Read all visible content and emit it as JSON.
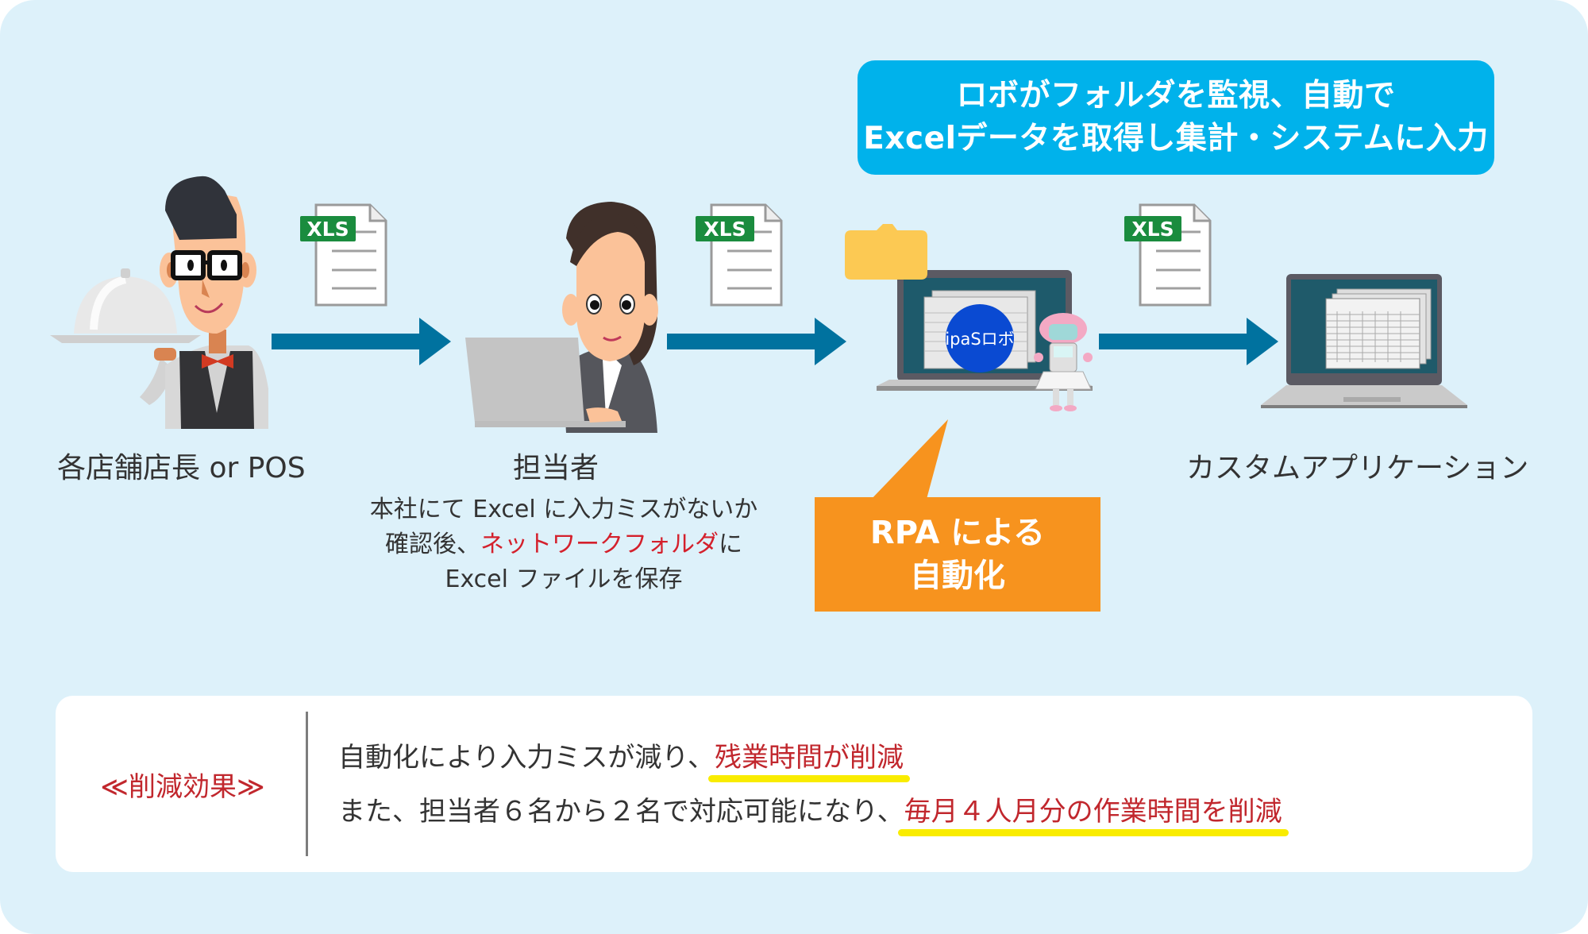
{
  "colors": {
    "background": "#ddf1fa",
    "callout_blue": "#00b2eb",
    "arrow": "#00729f",
    "callout_orange": "#f7931e",
    "emphasis_red": "#c1272d",
    "highlight_yellow": "#f9ec00",
    "xls_green": "#1a8c3e"
  },
  "top_callout": {
    "line1": "ロボがフォルダを監視、自動で",
    "line2": "Excelデータを取得し集計・システムに入力"
  },
  "flow": {
    "store": {
      "label": "各店舗店長 or POS",
      "icon": "waiter-icon"
    },
    "staff": {
      "label": "担当者",
      "icon": "office-worker-icon",
      "desc_line1": "本社にて Excel に入力ミスがないか",
      "desc_line2_prefix": "確認後、",
      "desc_line2_red": "ネットワークフォルダ",
      "desc_line2_suffix": "に",
      "desc_line3": "Excel ファイルを保存"
    },
    "robot": {
      "logo_text": "ipaSロボ",
      "icon": "robot-icon"
    },
    "app": {
      "label": "カスタムアプリケーション",
      "icon": "laptop-spreadsheet-icon"
    },
    "file_badge": "XLS"
  },
  "rpa_callout": {
    "line1": "RPA による",
    "line2": "自動化"
  },
  "effect_panel": {
    "tag": "≪削減効果≫",
    "line1_prefix": "自動化により入力ミスが減り、",
    "line1_highlight": "残業時間が削減",
    "line2_prefix": "また、担当者６名から２名で対応可能になり、",
    "line2_highlight": "毎月４人月分の作業時間を削減"
  }
}
